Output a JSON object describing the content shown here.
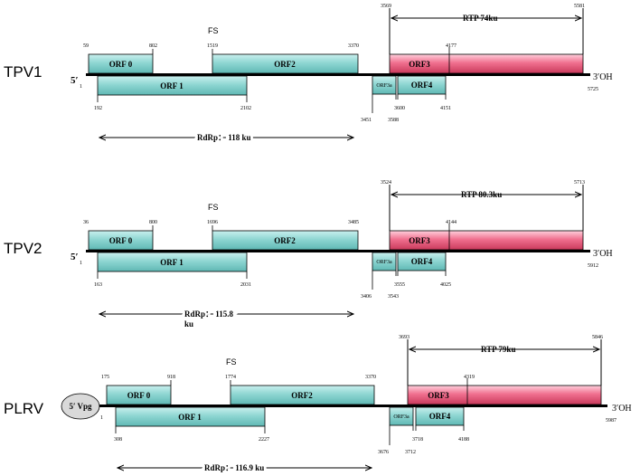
{
  "colors": {
    "orf_fill_top": "#c9f0ee",
    "orf_fill_mid": "#8fd6d2",
    "orf_fill_bottom": "#5fb8b4",
    "orf3_fill_top": "#ffd0dc",
    "orf3_fill_mid": "#f0708f",
    "orf3_fill_bottom": "#c93a5c",
    "genome_line": "#000000",
    "vpg_fill": "#d9d9d9"
  },
  "panels": [
    {
      "virus": "TPV1",
      "five_prime": "5′",
      "three_prime": "3′OH",
      "start_pos": "1",
      "end_pos": "5725",
      "fs": "FS",
      "rdrp_label": "RdRp： 118 ku",
      "rdrp_label_2": "",
      "rtp_label": "RTP 74ku",
      "orfs": [
        {
          "name": "ORF 0",
          "start": "59",
          "end": "802"
        },
        {
          "name": "ORF 1",
          "start": "192",
          "end": "2102"
        },
        {
          "name": "ORF2",
          "start": "1519",
          "end": "3370"
        },
        {
          "name": "ORF3a",
          "start": "3451",
          "end": "3588"
        },
        {
          "name": "ORF4",
          "start": "3600",
          "end": "4151"
        },
        {
          "name": "ORF3",
          "start": "3569",
          "end": "4177"
        }
      ],
      "rtp_start": "3569",
      "rtp_end": "5581"
    },
    {
      "virus": "TPV2",
      "five_prime": "5′",
      "three_prime": "3′OH",
      "start_pos": "1",
      "end_pos": "5912",
      "fs": "FS",
      "rdrp_label": "RdRp： 115.8",
      "rdrp_label_2": "ku",
      "rtp_label": "RTP 80.3ku",
      "orfs": [
        {
          "name": "ORF 0",
          "start": "36",
          "end": "800"
        },
        {
          "name": "ORF 1",
          "start": "163",
          "end": "2031"
        },
        {
          "name": "ORF2",
          "start": "1696",
          "end": "3485"
        },
        {
          "name": "ORF3a",
          "start": "3406",
          "end": "3543"
        },
        {
          "name": "ORF4",
          "start": "3555",
          "end": "4025"
        },
        {
          "name": "ORF3",
          "start": "3524",
          "end": "4144"
        }
      ],
      "rtp_start": "3524",
      "rtp_end": "5713"
    },
    {
      "virus": "PLRV",
      "vpg": "5′ Vpg",
      "three_prime": "3′OH",
      "start_pos": "1",
      "end_pos": "5987",
      "fs": "FS",
      "rdrp_label": "RdRp： 116.9 ku",
      "rdrp_label_2": "",
      "rtp_label": "RTP 79ku",
      "orfs": [
        {
          "name": "ORF 0",
          "start": "175",
          "end": "918"
        },
        {
          "name": "ORF 1",
          "start": "308",
          "end": "2227"
        },
        {
          "name": "ORF2",
          "start": "1774",
          "end": "3370"
        },
        {
          "name": "ORF3a",
          "start": "3676",
          "end": "3712"
        },
        {
          "name": "ORF4",
          "start": "3718",
          "end": "4188"
        },
        {
          "name": "ORF3",
          "start": "3693",
          "end": "4319"
        }
      ],
      "rtp_start": "3693",
      "rtp_end": "5846"
    }
  ]
}
